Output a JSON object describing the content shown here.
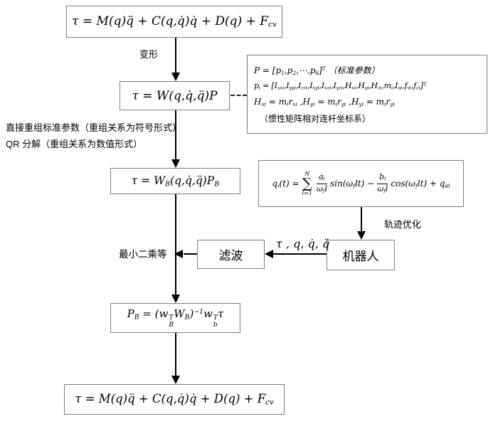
{
  "equations": {
    "top": "τ = M(q)q̈ + C(q,q̇)q̇ + D(q) + F_{cv}",
    "w": "τ = W(q,q̇,q̈)P",
    "wb": "τ = W_{B}(q,q̇,q̈)P_{B}",
    "pb": "P_{B} = (w_{B}^{T}W_{B})^{−1}w_{b}^{T}τ",
    "bottom": "τ = M(q)q̈ + C(q,q̇)q̇ + D(q) + F_{cv}"
  },
  "param_box": {
    "line1": "P = [p_{1},p_{2},⋯,p_{6}]^{T} （标准参数）",
    "line2": "p_{i} = [I_{xxi},I_{yyi},I_{zzi},I_{xyi},I_{xzi},I_{yzi},H_{xi},H_{yi},H_{zi},m_{i},I_{ai},f_{vi},f_{ci}]^{T}",
    "line3": "H_{xi} = m_{i}r_{xi} ,H_{yi} = m_{i}r_{yi} ,H_{yi} = m_{i}r_{yi}",
    "line4": "（惯性矩阵相对连杆坐标系）"
  },
  "qi_eq": {
    "lhs": "q_{i}(t) =",
    "sum_top": "N",
    "sum_symbol": "∑",
    "sum_bottom": "l=1",
    "frac1_num": "a_{l}",
    "frac1_den": "ω_{f}l",
    "between1": "sin(ω_{f}lt) −",
    "frac2_num": "b_{l}",
    "frac2_den": "ω_{f}l",
    "between2": "cos(ω_{f}lt) + q_{i0}"
  },
  "labels": {
    "transform": "变形",
    "note_symbolic": "直接重组标准参数（重组关系为符号形式）",
    "note_qr": "QR 分解（重组关系为数值形式）",
    "least_squares": "最小二乘等",
    "trajectory_opt": "轨迹优化",
    "signal": "τ , q, q̇, q̈"
  },
  "nodes": {
    "filter": "滤波",
    "robot": "机器人"
  },
  "colors": {
    "background": "#ffffff",
    "box_border": "#7f7f7f",
    "arrow": "#000000",
    "text": "#000000"
  }
}
